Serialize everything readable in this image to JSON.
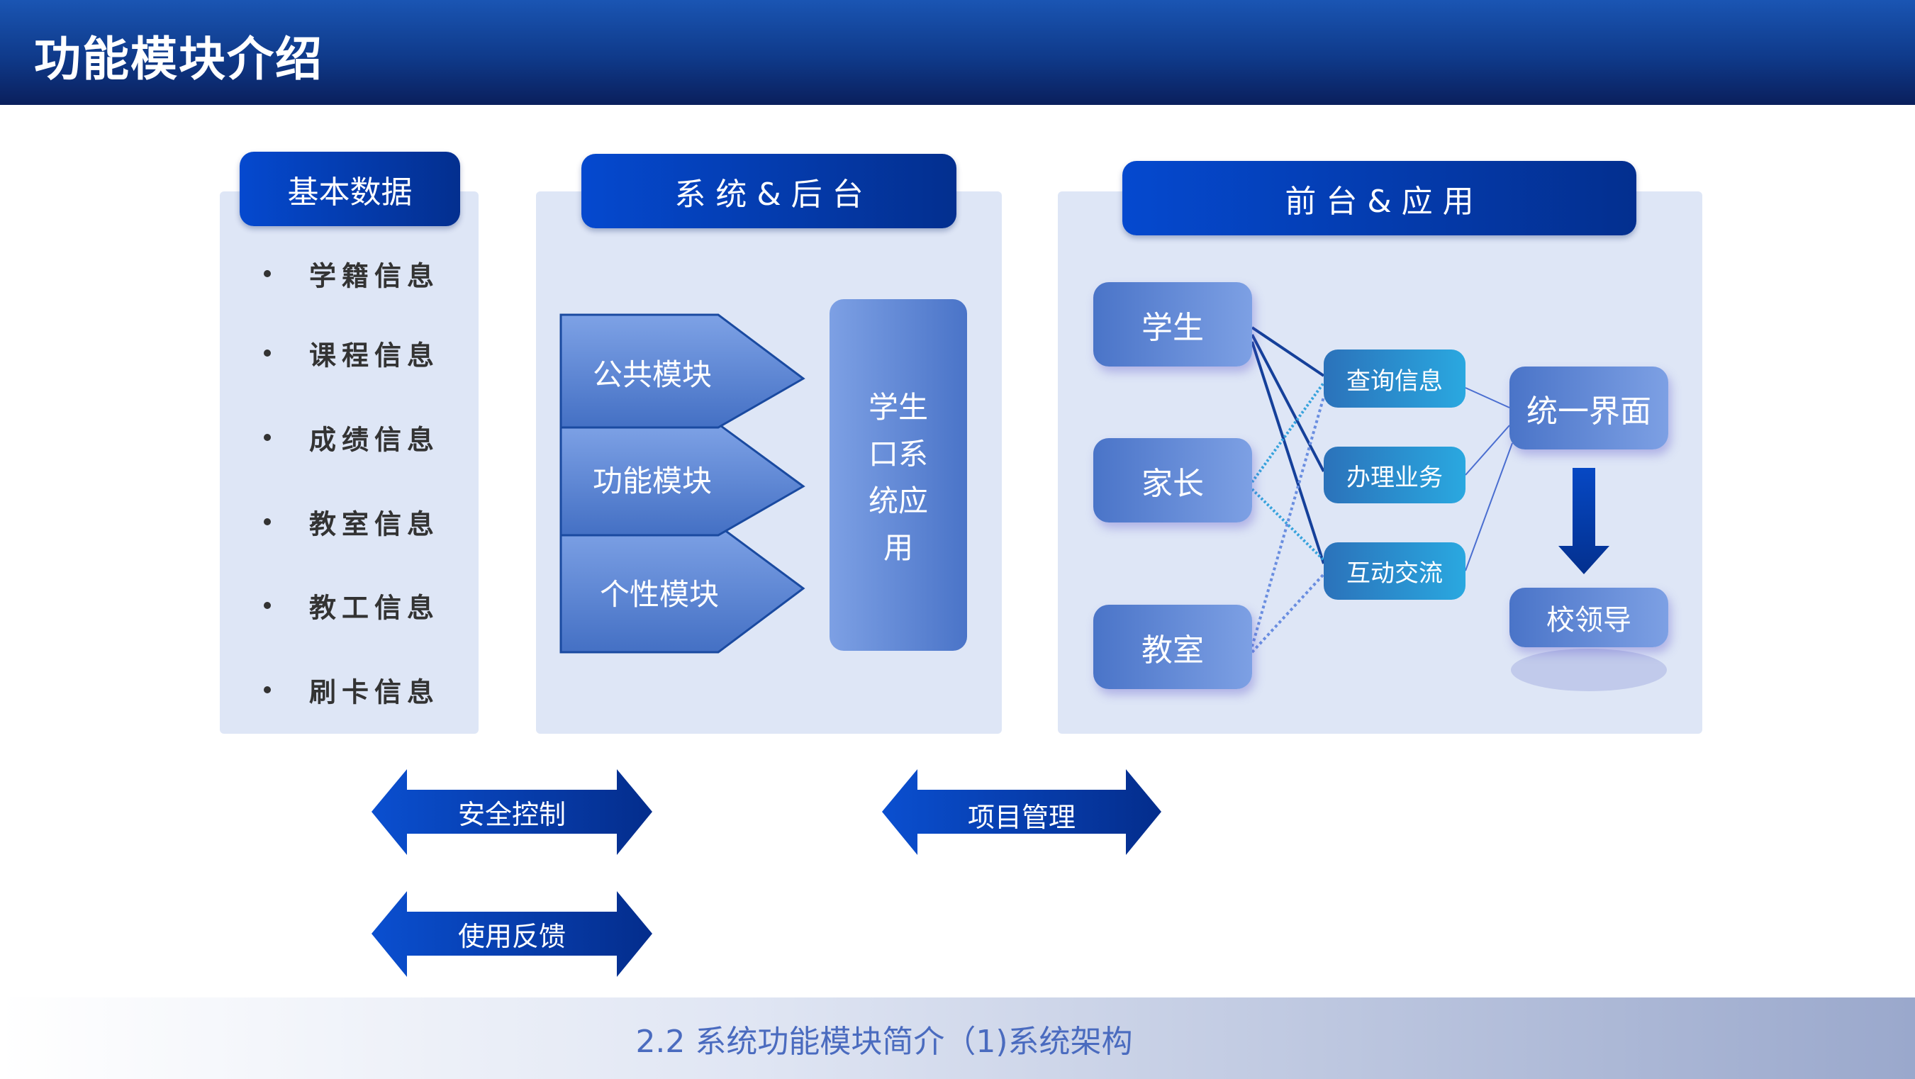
{
  "header": {
    "title": "功能模块介绍"
  },
  "basic": {
    "label": "基本数据",
    "items": [
      "学籍信息",
      "课程信息",
      "成绩信息",
      "教室信息",
      "教工信息",
      "刷卡信息"
    ]
  },
  "backend": {
    "label": "系 统 & 后 台",
    "modules": [
      "公共模块",
      "功能模块",
      "个性模块"
    ],
    "app_lines": [
      "学生",
      "口系",
      "统应",
      "用"
    ]
  },
  "frontend": {
    "label": "前 台 & 应 用",
    "users": [
      "学生",
      "家长",
      "教室"
    ],
    "functions": [
      "查询信息",
      "办理业务",
      "互动交流"
    ],
    "unified": "统一界面",
    "leader": "校领导"
  },
  "arrows": [
    "安全控制",
    "使用反馈",
    "项目管理"
  ],
  "footer": {
    "text": "2.2 系统功能模块简介（1)系统架构"
  },
  "colors": {
    "header": "#0f3a8a",
    "panel": "#dee6f6",
    "node": "#4a74c8",
    "mid": "#2b72ba",
    "footer_text": "#4a6bbf"
  }
}
